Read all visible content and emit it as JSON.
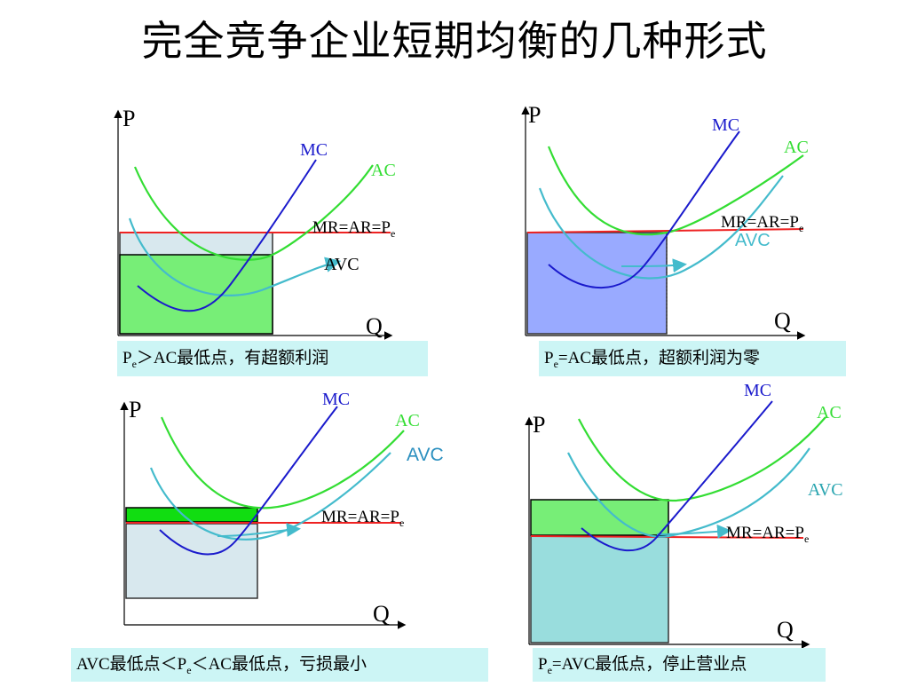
{
  "title": "完全竞争企业短期均衡的几种形式",
  "labels": {
    "p": "P",
    "q": "Q",
    "mc": "MC",
    "ac": "AC",
    "avc": "AVC",
    "mr_prefix": "MR=AR=P",
    "sub_e": "e"
  },
  "captions": {
    "c1_pre": "P",
    "c1_sub": "e",
    "c1_post": "＞AC最低点，有超额利润",
    "c2_pre": "P",
    "c2_sub": "e",
    "c2_post": "=AC最低点，超额利润为零",
    "c3_pre": "AVC最低点＜P",
    "c3_sub": "e",
    "c3_post": "＜AC最低点，亏损最小",
    "c4_pre": "P",
    "c4_sub": "e",
    "c4_post": "=AVC最低点，停止营业点"
  },
  "colors": {
    "mc": "#1a1acc",
    "ac": "#33dd33",
    "avc": "#44bbcc",
    "price_line": "#ee2222",
    "profit_fill": "#77ee77",
    "cost_fill_light": "#d8e8ee",
    "cost_fill_blue": "#99aaff",
    "cost_fill_cyan": "#99dddd",
    "caption_bg": "#ccf5f5"
  }
}
